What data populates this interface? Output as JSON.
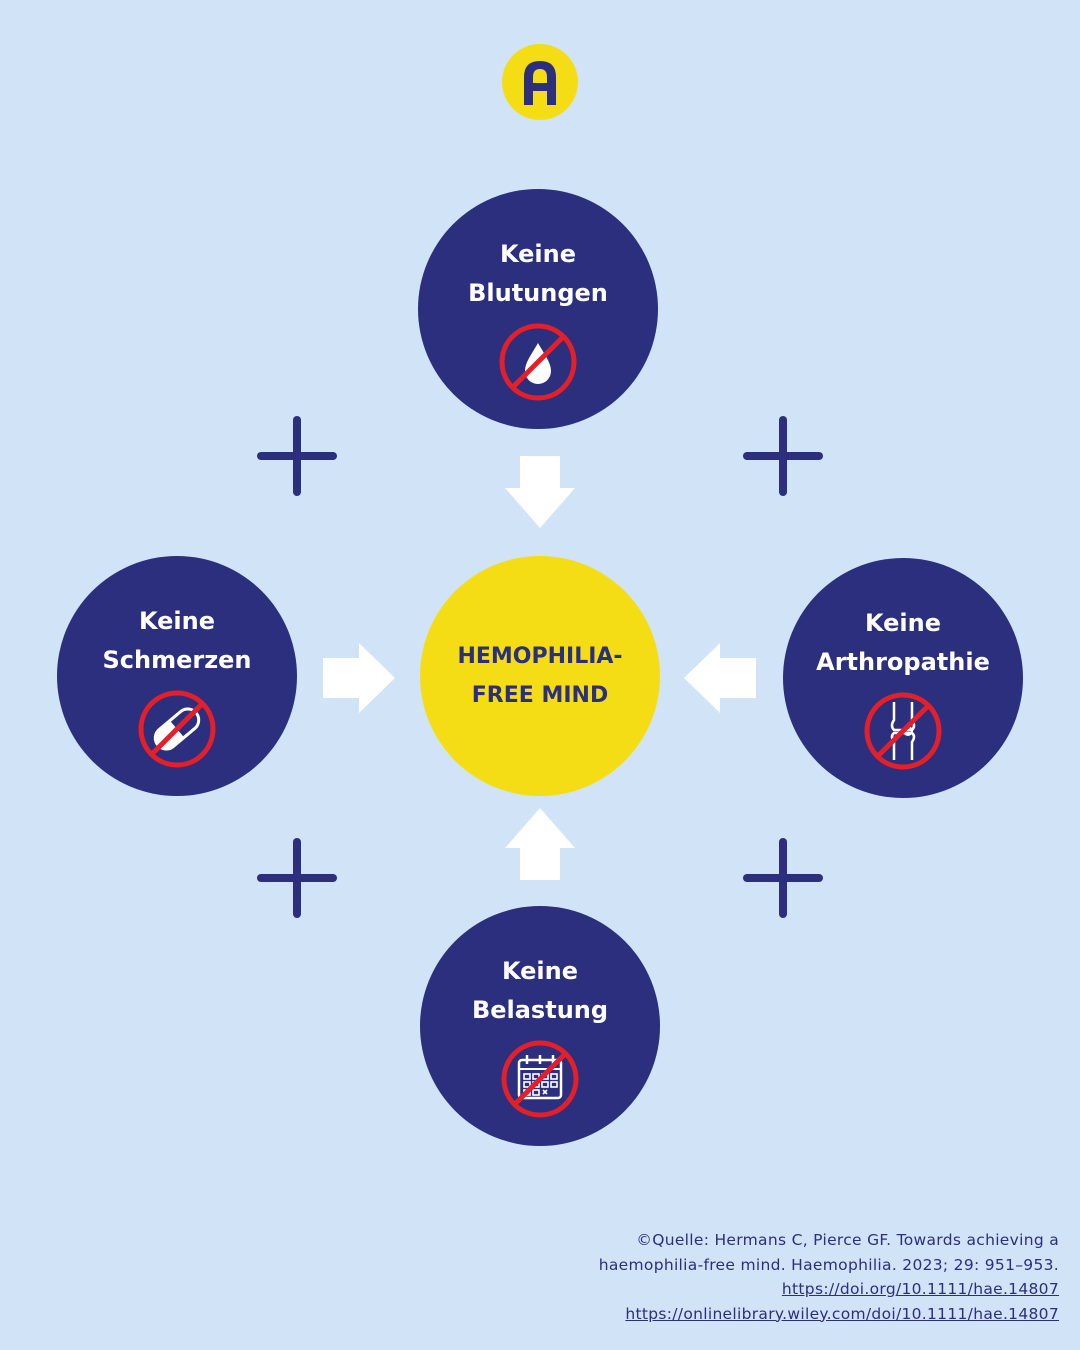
{
  "logo": {
    "letter": "A"
  },
  "colors": {
    "background": "#d0e3f7",
    "navy": "#2b2f7e",
    "yellow": "#f5dd16",
    "prohibition_red": "#e3202a"
  },
  "center": {
    "line1": "HEMOPHILIA-",
    "line2": "FREE MIND"
  },
  "nodes": {
    "top": {
      "line1": "Keine",
      "line2": "Blutungen",
      "icon": "no-blood-drop-icon"
    },
    "left": {
      "line1": "Keine",
      "line2": "Schmerzen",
      "icon": "no-pill-icon"
    },
    "right": {
      "line1": "Keine",
      "line2": "Arthropathie",
      "icon": "no-joint-icon"
    },
    "bottom": {
      "line1": "Keine",
      "line2": "Belastung",
      "icon": "no-calendar-icon"
    }
  },
  "citation": {
    "line1": "©Quelle: Hermans C, Pierce GF. Towards achieving a",
    "line2": "haemophilia-free mind. Haemophilia. 2023; 29: 951–953.",
    "link1": "https://doi.org/10.1111/hae.14807",
    "link2": "https://onlinelibrary.wiley.com/doi/10.1111/hae.14807"
  }
}
